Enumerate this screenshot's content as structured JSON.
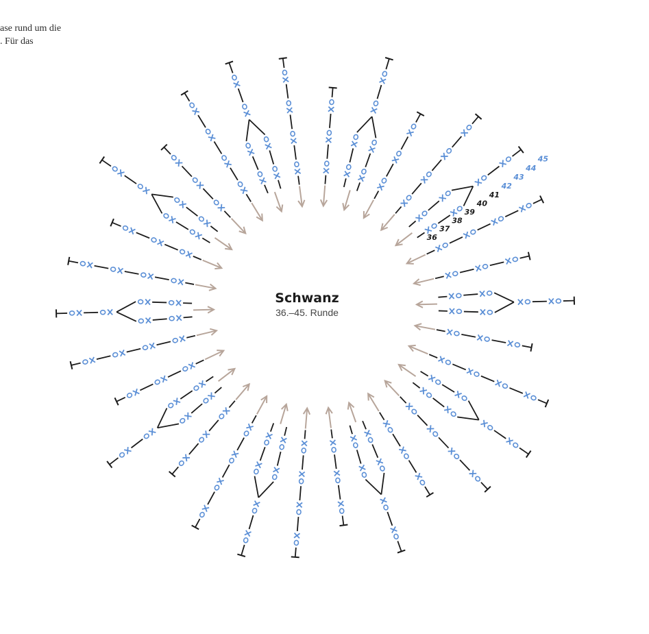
{
  "intro": {
    "line1": "ase rund um die",
    "line2": ". Für das",
    "line3": ""
  },
  "center": {
    "title": "Schwanz",
    "subtitle": "36.–45. Runde"
  },
  "colors": {
    "stitch": "#5b8fd6",
    "line": "#1b1b1b",
    "arrow": "#b7a59a"
  },
  "round_numbers": [
    "36",
    "37",
    "38",
    "39",
    "40",
    "41",
    "42",
    "43",
    "44",
    "45"
  ],
  "stitch_symbols": [
    "x",
    "o",
    "T",
    "arrow"
  ]
}
